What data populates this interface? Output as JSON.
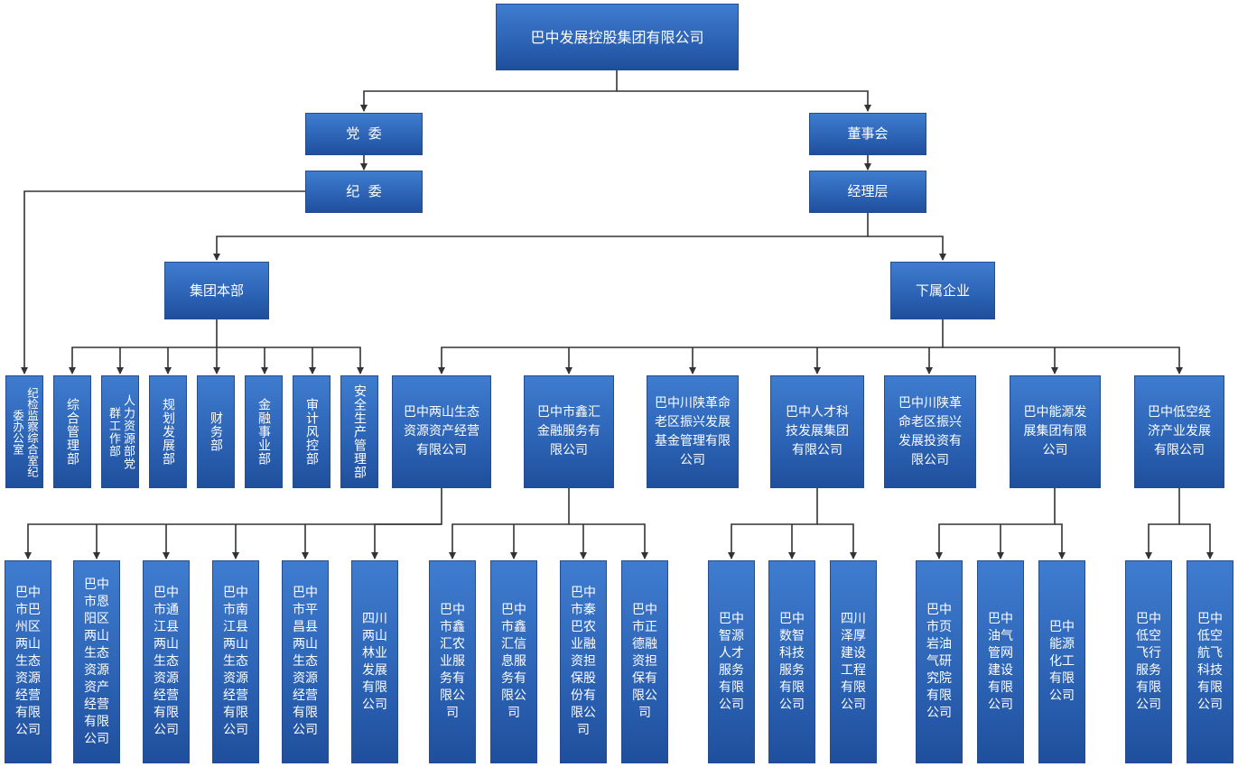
{
  "root": "巴中发展控股集团有限公司",
  "party": {
    "committee": "党  委",
    "discipline": "纪  委"
  },
  "board": {
    "directors": "董事会",
    "management": "经理层"
  },
  "hq": {
    "title": "集团本部",
    "departments": [
      "纪检监察综合室纪委办公室",
      "综合管理部",
      "人力资源部党群工作部",
      "规划发展部",
      "财务部",
      "金融事业部",
      "审计风控部",
      "安全生产管理部"
    ]
  },
  "subsidiaries": {
    "title": "下属企业",
    "companies": [
      {
        "name": "巴中两山生态资源资产经营有限公司",
        "children": [
          "巴中市巴州区两山生态资源经营有限公司",
          "巴中市恩阳区两山生态资源资产经营有限公司",
          "巴中市通江县两山生态资源经营有限公司",
          "巴中市南江县两山生态资源经营有限公司",
          "巴中市平昌县两山生态资源经营有限公司",
          "四川两山林业发展有限公司"
        ]
      },
      {
        "name": "巴中市鑫汇金融服务有限公司",
        "children": [
          "巴中市鑫汇农业服务有限公司",
          "巴中市鑫汇信息服务有限公司",
          "巴中市秦巴农业融资担保股份有限公司",
          "巴中市正德融资担保有限公司"
        ]
      },
      {
        "name": "巴中川陕革命老区振兴发展基金管理有限公司",
        "children": []
      },
      {
        "name": "巴中人才科技发展集团有限公司",
        "children": [
          "巴中智源人才服务有限公司",
          "巴中数智科技服务有限公司",
          "四川泽厚建设工程有限公司"
        ]
      },
      {
        "name": "巴中川陕革命老区振兴发展投资有限公司",
        "children": []
      },
      {
        "name": "巴中能源发展集团有限公司",
        "children": [
          "巴中市页岩油气研究院有限公司",
          "巴中油气管网建设有限公司",
          "巴中能源化工有限公司"
        ]
      },
      {
        "name": "巴中低空经济产业发展有限公司",
        "children": [
          "巴中低空飞行服务有限公司",
          "巴中低空航飞科技有限公司"
        ]
      }
    ]
  },
  "colors": {
    "box_top": "#3f7ccf",
    "box_bottom": "#1f4f9c",
    "connector": "#333333",
    "text": "#ffffff"
  }
}
